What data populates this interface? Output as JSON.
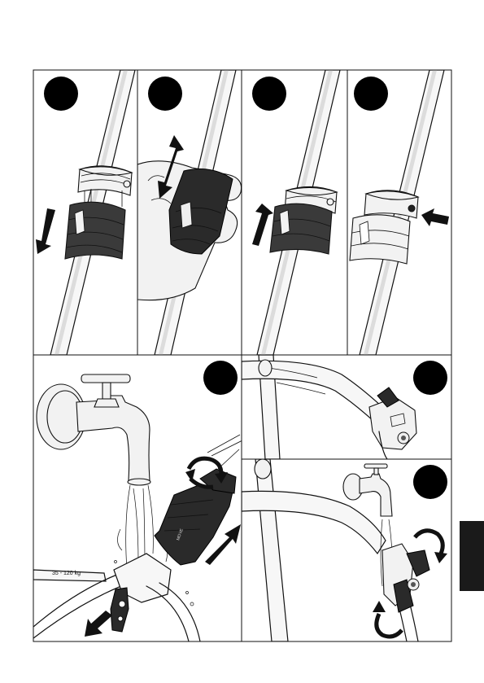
{
  "page": {
    "side_tab_color": "#1a1a1a",
    "badge_color": "#000000"
  },
  "panels": [
    {
      "id": "step-1",
      "icon": "arrow-down-icon"
    },
    {
      "id": "step-2",
      "icon": "double-arrow-icon"
    },
    {
      "id": "step-3",
      "icon": "arrow-up-icon"
    },
    {
      "id": "step-4",
      "icon": "arrow-left-icon"
    },
    {
      "id": "step-5",
      "icon": "rotate-arrow-icon"
    },
    {
      "id": "step-6",
      "icon": ""
    },
    {
      "id": "step-7",
      "icon": "rotate-arrow-icon"
    }
  ],
  "labels": {
    "weight_range": "35 - 120 kg",
    "sleeve_text": "MOVE"
  }
}
